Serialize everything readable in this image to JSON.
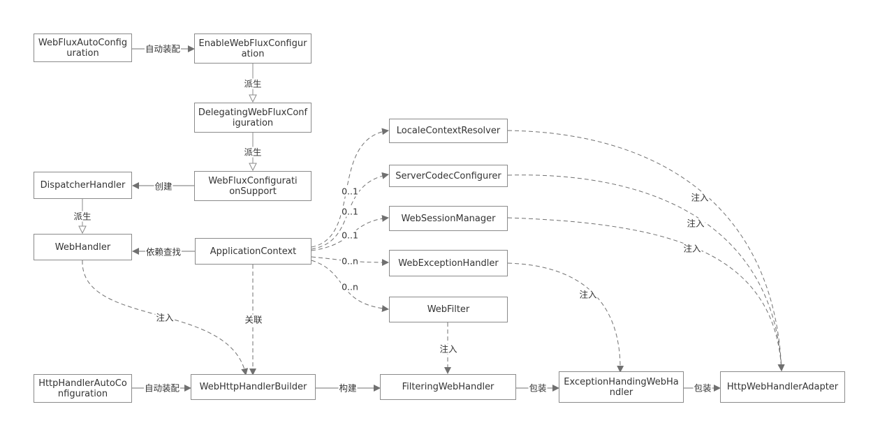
{
  "nodes": {
    "webflux_auto_config": "WebFluxAutoConfiguration",
    "enable_webflux_config": "EnableWebFluxConfiguration",
    "delegating_webflux_config": "DelegatingWebFluxConfiguration",
    "webflux_config_support": "WebFluxConfigurationSupport",
    "dispatcher_handler": "DispatcherHandler",
    "web_handler": "WebHandler",
    "application_context": "ApplicationContext",
    "locale_context_resolver": "LocaleContextResolver",
    "server_codec_configurer": "ServerCodecConfigurer",
    "web_session_manager": "WebSessionManager",
    "web_exception_handler": "WebExceptionHandler",
    "web_filter": "WebFilter",
    "http_handler_auto_config": "HttpHandlerAutoConfiguration",
    "web_http_handler_builder": "WebHttpHandlerBuilder",
    "filtering_web_handler": "FilteringWebHandler",
    "exception_handling_web_handler": "ExceptionHandingWebHandler",
    "http_web_handler_adapter": "HttpWebHandlerAdapter"
  },
  "edge_labels": {
    "auto_assemble_1": "自动装配",
    "derive_1": "派生",
    "derive_2": "派生",
    "create": "创建",
    "derive_3": "派生",
    "dependency_lookup": "依赖查找",
    "mult_locale": "0..1",
    "mult_codec": "0..1",
    "mult_session": "0..1",
    "mult_exception": "0..n",
    "mult_filter": "0..n",
    "inject_locale": "注入",
    "inject_codec": "注入",
    "inject_session": "注入",
    "inject_exception": "注入",
    "inject_filter": "注入",
    "inject_webhandler": "注入",
    "associate": "关联",
    "auto_assemble_2": "自动装配",
    "build": "构建",
    "wrap_1": "包装",
    "wrap_2": "包装"
  },
  "colors": {
    "line": "#707070",
    "border": "#8a8a8a",
    "text": "#333333"
  }
}
